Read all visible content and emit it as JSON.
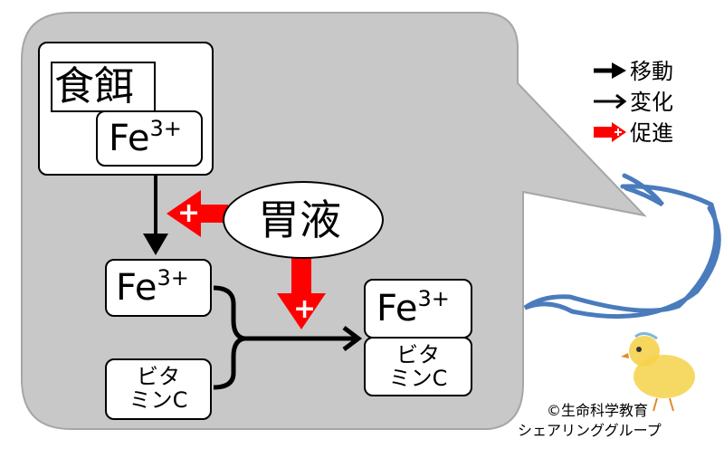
{
  "nodes": {
    "food": {
      "label": "食餌"
    },
    "fe_food": {
      "base": "Fe",
      "sup": "3+"
    },
    "gastric": {
      "label": "胃液"
    },
    "fe_free": {
      "base": "Fe",
      "sup": "3+"
    },
    "vitc_free": {
      "line1": "ビタ",
      "line2": "ミンC"
    },
    "fe_complex": {
      "base": "Fe",
      "sup": "3+"
    },
    "vitc_complex": {
      "line1": "ビタ",
      "line2": "ミンC"
    },
    "promote_marks": [
      "+",
      "+"
    ]
  },
  "legend": {
    "items": [
      {
        "icon": "thick-arrow-icon",
        "label": "移動"
      },
      {
        "icon": "thin-arrow-icon",
        "label": "変化"
      },
      {
        "icon": "red-arrow-icon",
        "label": "促進"
      }
    ]
  },
  "credit": {
    "line1": "©生命科学教育",
    "line2": "シェアリンググループ"
  },
  "colors": {
    "panel": "#c8c8c8",
    "panel_border": "#a6a6a6",
    "promote": "#ff0000",
    "stomach": "#4a7bbd",
    "chick": "#f5d24a"
  }
}
